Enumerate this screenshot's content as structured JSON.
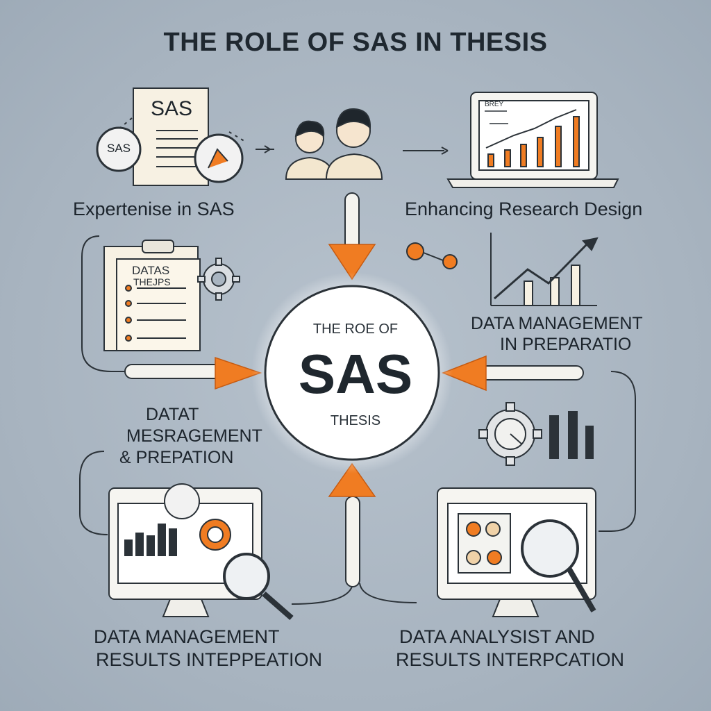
{
  "title": "THE ROLE OF SAS IN THESIS",
  "center": {
    "top_text": "THE ROE OF",
    "main_text": "SAS",
    "bottom_text": "THESIS"
  },
  "doc_tags": {
    "paper_heading": "SAS",
    "badge": "SAS"
  },
  "clipboard": {
    "line1": "DATAS",
    "line2": "THEJPS"
  },
  "captions": {
    "top_left": "Expertenise in SAS",
    "top_right": "Enhancing Research Design",
    "mid_right_line1": "DATA MANAGEMENT",
    "mid_right_line2": "IN PREPARATIO",
    "mid_left_line1": "DATAT",
    "mid_left_line2": "MESRAGEMENT",
    "mid_left_line3": "& PREPATION",
    "bottom_left_line1": "DATA MANAGEMENT",
    "bottom_left_line2": "RESULTS INTEPPEATION",
    "bottom_right_line1": "DATA ANALYSIST AND",
    "bottom_right_line2": "RESULTS INTERPCATION"
  },
  "laptop_screen_text": "BREY",
  "colors": {
    "accent": "#f07c22",
    "line": "#2b3238",
    "paper": "#f7f1e3",
    "background": "#a9b5c1"
  }
}
